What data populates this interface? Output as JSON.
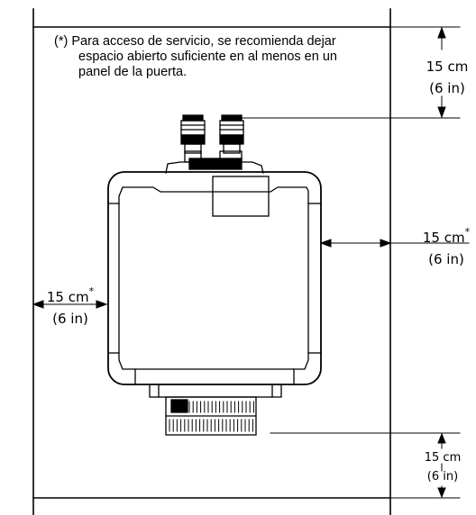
{
  "note": {
    "line1": "(*) Para acceso de servicio, se recomienda dejar",
    "line2": "espacio abierto suficiente en al menos en un",
    "line3": "panel de la puerta."
  },
  "dimensions": {
    "top": {
      "value": "15 cm",
      "imperial": "(6 in)",
      "mark": ""
    },
    "right": {
      "value": "15 cm",
      "imperial": "(6 in)",
      "mark": "*"
    },
    "left": {
      "value": "15 cm",
      "imperial": "(6 in)",
      "mark": "*"
    },
    "bottom": {
      "value": "15 cm",
      "imperial": "(6 in)",
      "mark": ""
    }
  }
}
